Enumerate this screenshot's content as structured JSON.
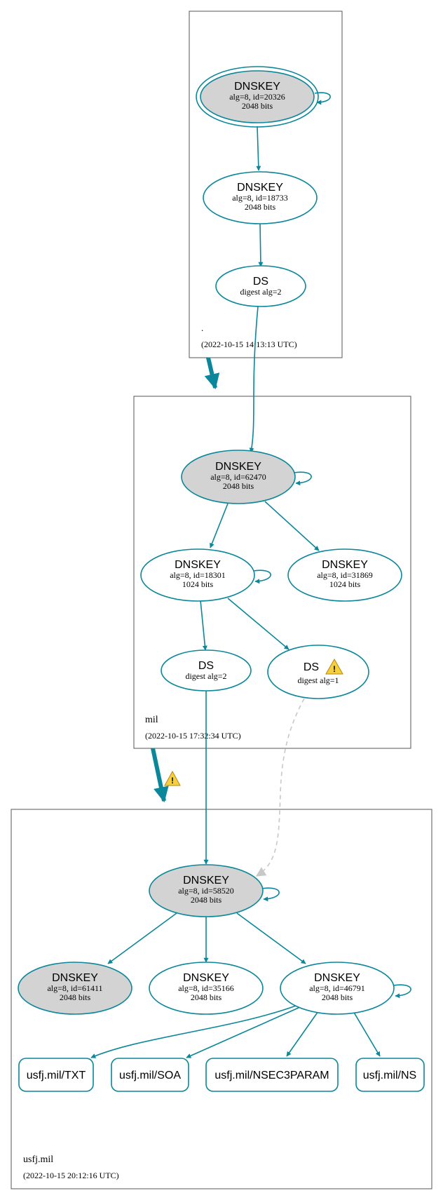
{
  "colors": {
    "edge": "#0a879a",
    "box_border": "#555555",
    "key_fill": "#d3d3d3",
    "node_fill": "#ffffff",
    "warn_fill": "#f4d03f",
    "dashed_edge": "#c8c8c8"
  },
  "zones": {
    "root": {
      "name": ".",
      "timestamp": "(2022-10-15 14:13:13 UTC)"
    },
    "mil": {
      "name": "mil",
      "timestamp": "(2022-10-15 17:32:34 UTC)"
    },
    "usfj": {
      "name": "usfj.mil",
      "timestamp": "(2022-10-15 20:12:16 UTC)"
    }
  },
  "nodes": {
    "root_ksk": {
      "title": "DNSKEY",
      "line1": "alg=8, id=20326",
      "line2": "2048 bits"
    },
    "root_zsk": {
      "title": "DNSKEY",
      "line1": "alg=8, id=18733",
      "line2": "2048 bits"
    },
    "root_ds": {
      "title": "DS",
      "line1": "digest alg=2"
    },
    "mil_ksk": {
      "title": "DNSKEY",
      "line1": "alg=8, id=62470",
      "line2": "2048 bits"
    },
    "mil_zsk1": {
      "title": "DNSKEY",
      "line1": "alg=8, id=18301",
      "line2": "1024 bits"
    },
    "mil_zsk2": {
      "title": "DNSKEY",
      "line1": "alg=8, id=31869",
      "line2": "1024 bits"
    },
    "mil_ds2": {
      "title": "DS",
      "line1": "digest alg=2"
    },
    "mil_ds1": {
      "title": "DS",
      "line1": "digest alg=1",
      "icon": "warning-icon"
    },
    "usfj_ksk": {
      "title": "DNSKEY",
      "line1": "alg=8, id=58520",
      "line2": "2048 bits"
    },
    "usfj_k1": {
      "title": "DNSKEY",
      "line1": "alg=8, id=61411",
      "line2": "2048 bits"
    },
    "usfj_k2": {
      "title": "DNSKEY",
      "line1": "alg=8, id=35166",
      "line2": "2048 bits"
    },
    "usfj_k3": {
      "title": "DNSKEY",
      "line1": "alg=8, id=46791",
      "line2": "2048 bits"
    }
  },
  "rrsets": {
    "txt": "usfj.mil/TXT",
    "soa": "usfj.mil/SOA",
    "nsec3param": "usfj.mil/NSEC3PARAM",
    "ns": "usfj.mil/NS"
  },
  "icons": {
    "delegation_warning": "warning-icon",
    "warn_glyph": "!"
  }
}
